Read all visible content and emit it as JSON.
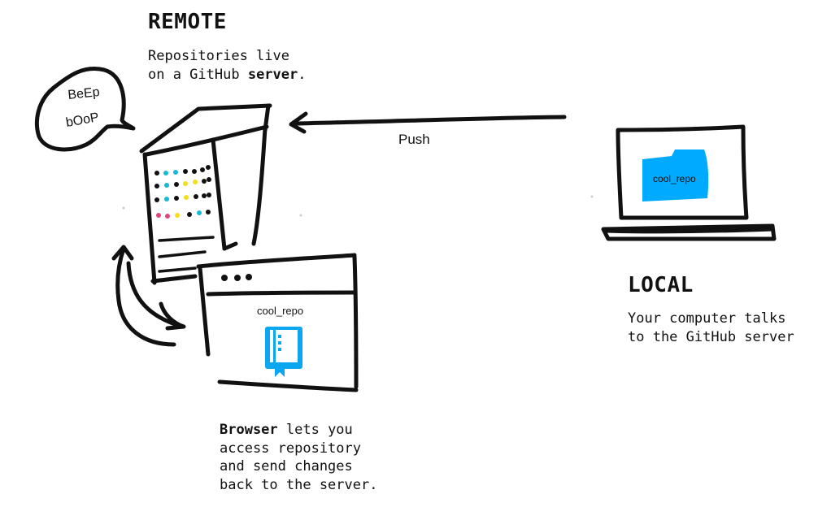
{
  "remote": {
    "heading": "REMOTE",
    "desc_line1": "Repositories live",
    "desc_line2_prefix": "on a GitHub ",
    "desc_line2_bold": "server",
    "desc_line2_suffix": "."
  },
  "speech_bubble": {
    "line1": "BeEp",
    "line2": "bOoP"
  },
  "push_label": "Push",
  "laptop": {
    "folder_label": "cool_repo"
  },
  "local": {
    "heading": "LOCAL",
    "desc_line1": "Your computer talks",
    "desc_line2": "to the GitHub server"
  },
  "browser": {
    "repo_label": "cool_repo",
    "desc_bold": "Browser",
    "desc_line1_rest": " lets you",
    "desc_line2": "access repository",
    "desc_line3": "and send changes",
    "desc_line4": "back to the server."
  },
  "colors": {
    "ink": "#111111",
    "accent_blue": "#0aa6f0",
    "folder_blue": "#00aaff",
    "led_cyan": "#1ab8d6",
    "led_yellow": "#f2e01c",
    "led_pink": "#e0457b",
    "bubble_text": "#8a8a8a"
  },
  "icons": [
    "server-icon",
    "laptop-icon",
    "folder-icon",
    "browser-window-icon",
    "repository-book-icon",
    "push-arrow-icon",
    "sync-arrow-icon",
    "speech-bubble-icon"
  ]
}
